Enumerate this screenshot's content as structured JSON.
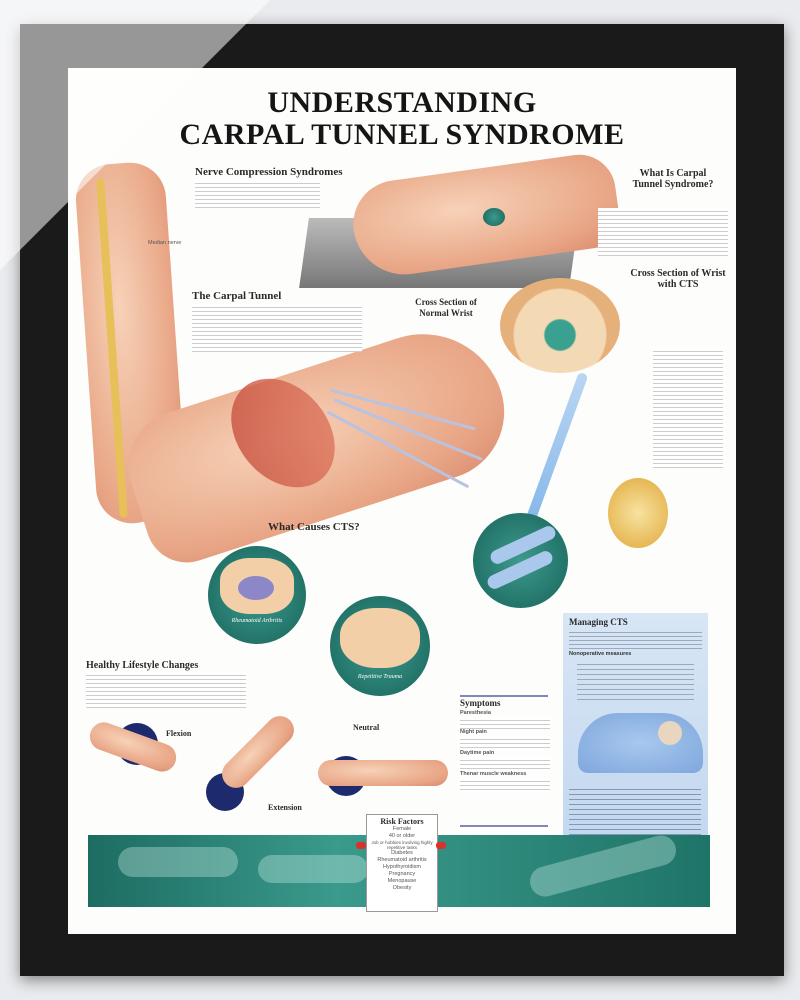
{
  "poster": {
    "title_line1": "UNDERSTANDING",
    "title_line2": "CARPAL TUNNEL SYNDROME",
    "sections": {
      "nerve_compression": "Nerve Compression Syndromes",
      "carpal_tunnel": "The Carpal Tunnel",
      "cross_section_normal": "Cross Section of Normal Wrist",
      "what_is": "What Is Carpal Tunnel Syndrome?",
      "cross_section_cts": "Cross Section of Wrist with CTS",
      "what_causes": "What Causes CTS?",
      "healthy_lifestyle": "Healthy Lifestyle Changes",
      "managing": "Managing CTS",
      "symptoms": "Symptoms",
      "risk_factors": "Risk Factors"
    },
    "labels": {
      "rheumatoid": "Rheumatoid Arthritis",
      "repetitive": "Repetitive Trauma",
      "flexion": "Flexion",
      "extension": "Extension",
      "neutral": "Neutral",
      "median_nerve": "Median nerve"
    },
    "symptoms": [
      "Paresthesia",
      "Night pain",
      "Daytime pain",
      "Thenar muscle weakness"
    ],
    "risk_factors": [
      "Female",
      "40 or older",
      "Job or hobbies involving highly repetitive tasks",
      "Diabetes",
      "Rheumatoid arthritis",
      "Hypothyroidism",
      "Pregnancy",
      "Menopause",
      "Obesity"
    ],
    "managing_subhead": "Nonoperative measures",
    "colors": {
      "frame": "#1a1a1a",
      "teal": "#1f7468",
      "navy": "#1e2a6e",
      "managing_bg": "#cfe0f3"
    }
  }
}
